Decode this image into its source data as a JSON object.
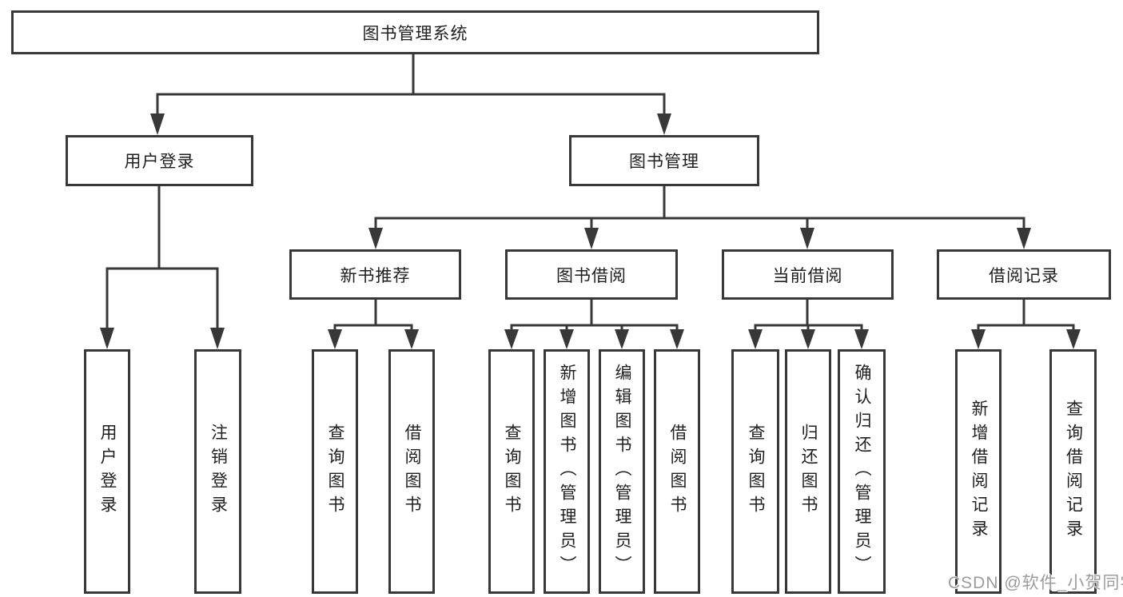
{
  "colors": {
    "line": "#383838",
    "text": "#1f1f1f",
    "background": "#ffffff",
    "watermark_text": "#9c9c9c"
  },
  "tree": {
    "root": {
      "label": "图书管理系统"
    },
    "branches": [
      {
        "label": "用户登录",
        "children": [
          {
            "label": "用户登录"
          },
          {
            "label": "注销登录"
          }
        ]
      },
      {
        "label": "图书管理",
        "children": [
          {
            "label": "新书推荐",
            "children": [
              {
                "label": "查询图书"
              },
              {
                "label": "借阅图书"
              }
            ]
          },
          {
            "label": "图书借阅",
            "children": [
              {
                "label": "查询图书"
              },
              {
                "label": "新增图书（管理员）"
              },
              {
                "label": "编辑图书（管理员）"
              },
              {
                "label": "借阅图书"
              }
            ]
          },
          {
            "label": "当前借阅",
            "children": [
              {
                "label": "查询图书"
              },
              {
                "label": "归还图书"
              },
              {
                "label": "确认归还（管理员）"
              }
            ]
          },
          {
            "label": "借阅记录",
            "children": [
              {
                "label": "新增借阅记录"
              },
              {
                "label": "查询借阅记录"
              }
            ]
          }
        ]
      }
    ]
  },
  "watermark": {
    "text": "CSDN @软件_小贺同学"
  }
}
